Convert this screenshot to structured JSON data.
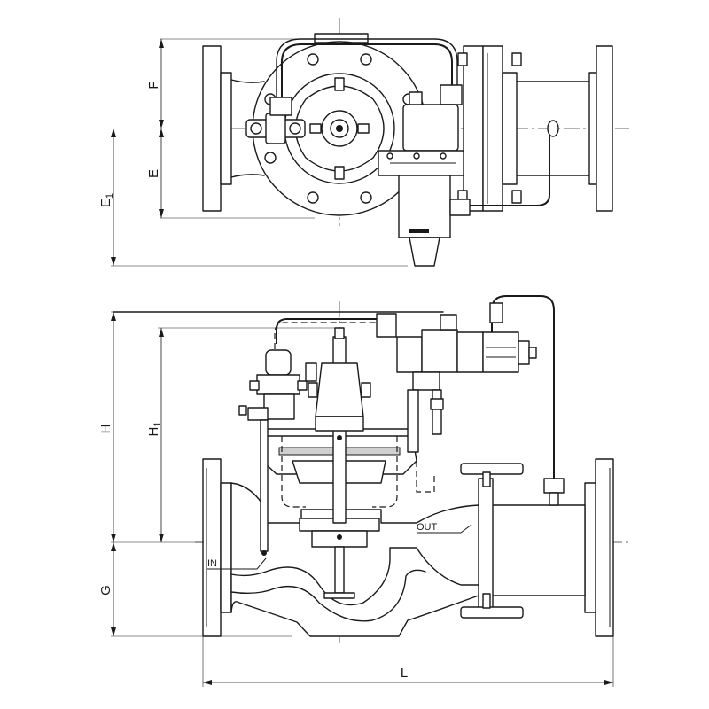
{
  "dimensions": {
    "F": "F",
    "E": "E",
    "E1": "E",
    "E1_sub": "1",
    "H": "H",
    "H1": "H",
    "H1_sub": "1",
    "G": "G",
    "L": "L"
  },
  "flow": {
    "inlet": "IN",
    "outlet": "OUT"
  }
}
